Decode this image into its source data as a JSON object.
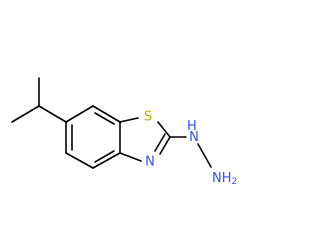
{
  "molecule": {
    "atoms": {
      "sulfur": {
        "symbol": "S",
        "color": "#c6a400"
      },
      "ring_nitrogen": {
        "symbol": "N",
        "color": "#3050f8"
      },
      "hydrazine_nh": {
        "symbol": "H",
        "prefix": "N",
        "color": "#3050f8"
      },
      "hydrazine_nh2": {
        "symbol": "NH",
        "subscript": "2",
        "color": "#3050f8"
      }
    },
    "bond_color": "#000000"
  }
}
